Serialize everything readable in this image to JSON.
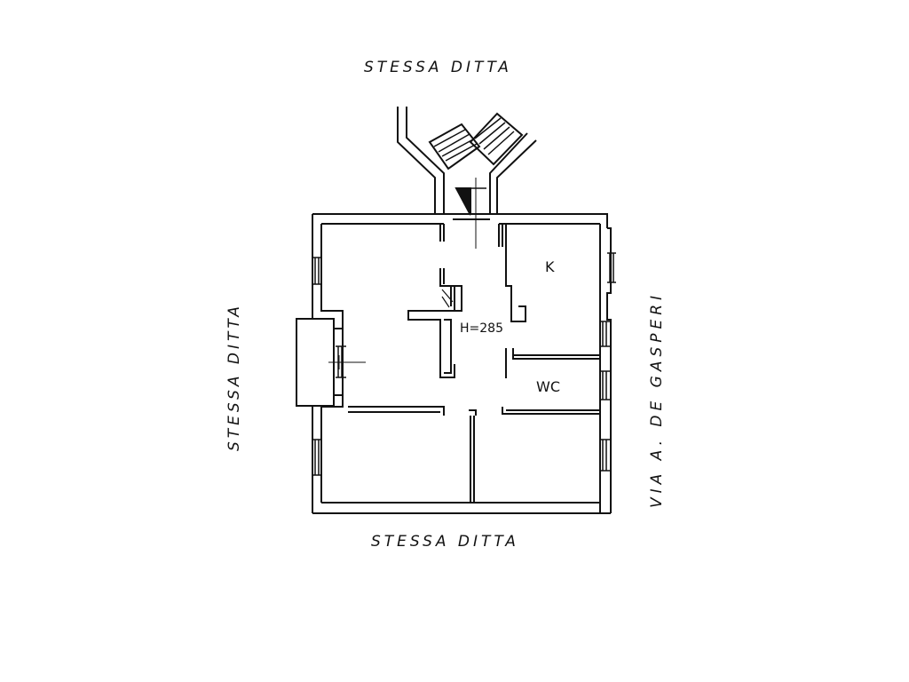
{
  "labels": {
    "top": "STESSA DITTA",
    "bottom": "STESSA DITTA",
    "left": "STESSA DITTA",
    "right": "VIA A. DE GASPERI"
  },
  "rooms": {
    "kitchen": "K",
    "bathroom": "WC",
    "height": "H=285"
  },
  "colors": {
    "line": "#111111",
    "background": "#ffffff"
  }
}
